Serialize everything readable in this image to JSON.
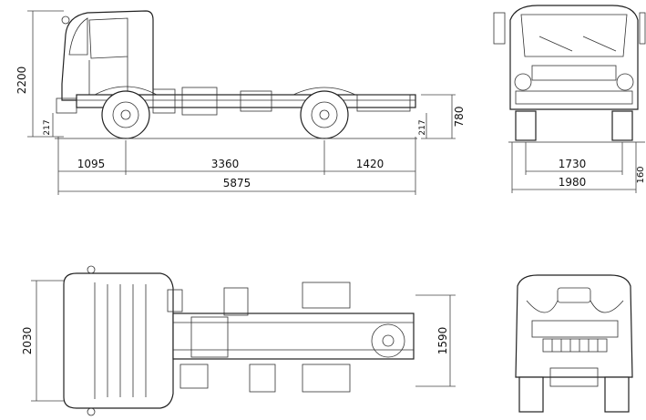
{
  "side_view": {
    "height_overall": "2200",
    "front_ground_clearance": "217",
    "rear_ground_clearance": "217",
    "frame_height": "780",
    "front_overhang": "1095",
    "wheelbase": "3360",
    "rear_overhang": "1420",
    "overall_length": "5875"
  },
  "front_view": {
    "front_track": "1730",
    "overall_width": "1980",
    "ground_clearance": "160"
  },
  "top_view": {
    "cab_width": "2030",
    "frame_width": "1590"
  }
}
